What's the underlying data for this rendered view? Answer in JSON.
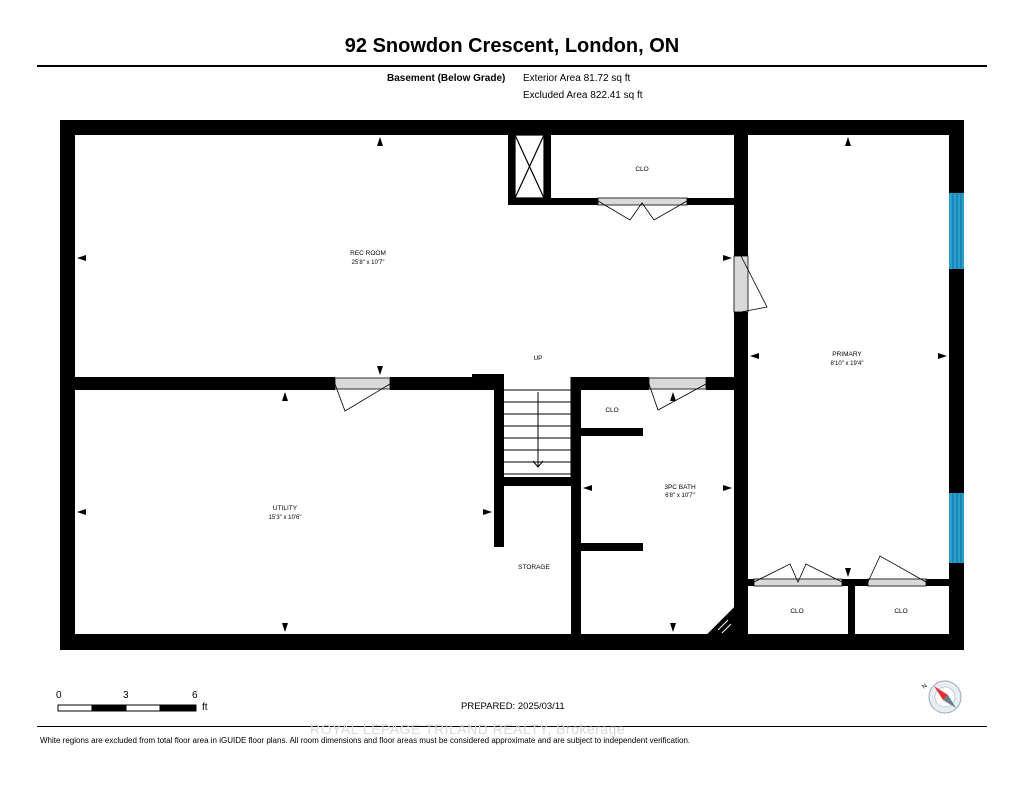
{
  "title": "92 Snowdon Crescent, London, ON",
  "header": {
    "floor_label": "Basement (Below Grade)",
    "exterior_area": "Exterior Area 81.72 sq ft",
    "excluded_area": "Excluded Area 822.41 sq ft"
  },
  "rooms": {
    "rec_room": {
      "name": "REC ROOM",
      "dims": "25'8\" x 10'7\""
    },
    "primary": {
      "name": "PRIMARY",
      "dims": "8'10\" x 19'4\""
    },
    "utility": {
      "name": "UTILITY",
      "dims": "15'3\" x 10'6\""
    },
    "bath": {
      "name": "3PC BATH",
      "dims": "6'8\" x 10'7\""
    },
    "storage": {
      "name": "STORAGE"
    },
    "clo_top": {
      "name": "CLO"
    },
    "clo_mid": {
      "name": "CLO"
    },
    "clo_br1": {
      "name": "CLO"
    },
    "clo_br2": {
      "name": "CLO"
    },
    "stairs": {
      "label": "UP"
    }
  },
  "scale": {
    "ticks": [
      "0",
      "3",
      "6"
    ],
    "unit": "ft"
  },
  "prepared": "PREPARED: 2025/03/11",
  "watermark": "ROYAL LEPAGE TRILAND REALTY, Brokerage",
  "disclaimer": "White regions are excluded from total floor area in iGUIDE floor plans. All room dimensions and floor areas must be considered approximate and are subject to independent verification.",
  "colors": {
    "wall": "#000000",
    "window": "#2b9fd0",
    "door": "#d9d9d9",
    "compass_accent": "#e0322e"
  }
}
